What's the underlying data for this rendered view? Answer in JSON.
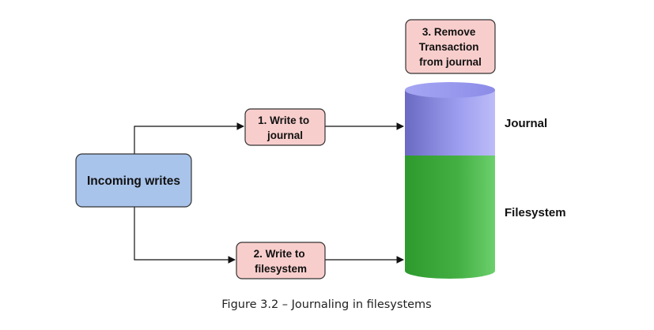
{
  "diagram": {
    "source": {
      "label": "Incoming writes"
    },
    "steps": [
      {
        "lines": [
          "1. Write to",
          "journal"
        ]
      },
      {
        "lines": [
          "2. Write to",
          "filesystem"
        ]
      },
      {
        "lines": [
          "3. Remove",
          "Transaction",
          "from journal"
        ]
      }
    ],
    "cylinder": {
      "top_section": "Journal",
      "bottom_section": "Filesystem"
    },
    "caption": "Figure 3.2 – Journaling in filesystems"
  },
  "colors": {
    "source_fill": "#a9c4eb",
    "source_stroke": "#333333",
    "step_fill": "#f8cecc",
    "step_stroke": "#333333",
    "journal_fill": "#9999ee",
    "filesystem_fill": "#44b044",
    "arrow": "#111111"
  }
}
